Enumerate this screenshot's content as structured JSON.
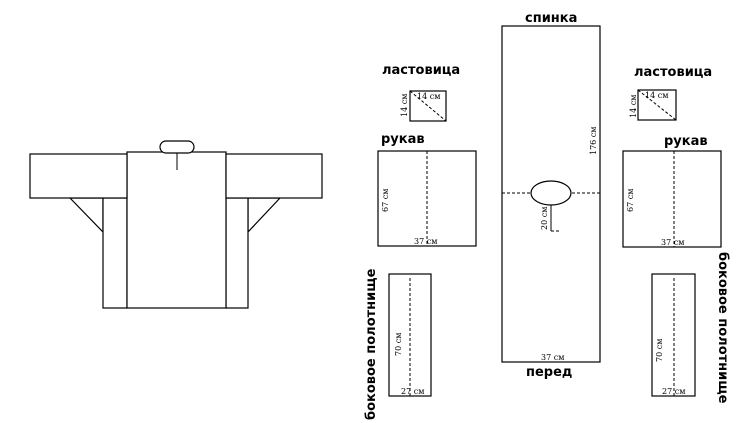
{
  "labels": {
    "back": "спинка",
    "front": "перед",
    "gusset_left": "ластовица",
    "gusset_right": "ластовица",
    "sleeve_left": "рукав",
    "sleeve_right": "рукав",
    "side_panel_left": "боковое полотнище",
    "side_panel_right": "боковое полотнище"
  },
  "dimensions": {
    "gusset_w": "14 см",
    "gusset_h": "14 см",
    "sleeve_h": "67 см",
    "sleeve_w": "37 см",
    "body_len": "176 см",
    "body_w": "37 см",
    "neck_slit": "20 см",
    "side_h": "70 см",
    "side_w": "27 см"
  }
}
